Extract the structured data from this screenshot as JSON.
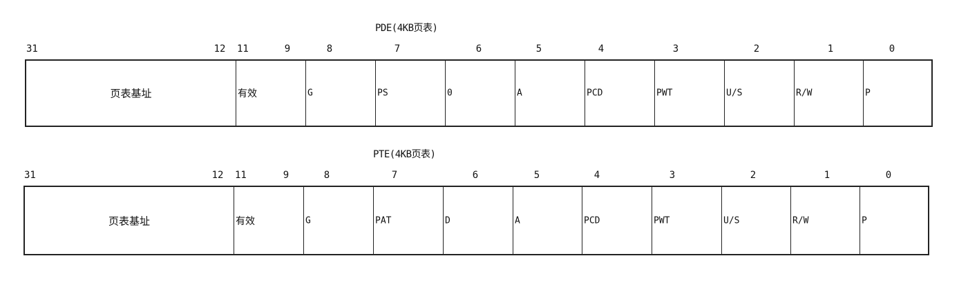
{
  "diagrams": [
    {
      "title": "PDE(4KB页表)",
      "bit_labels": {
        "b31": "31",
        "b12": "12",
        "b11": "11",
        "b9": "9",
        "b8": "8",
        "b7": "7",
        "b6": "6",
        "b5": "5",
        "b4": "4",
        "b3": "3",
        "b2": "2",
        "b1": "1",
        "b0": "0"
      },
      "fields": [
        {
          "label": "页表基址",
          "bits": "31-12"
        },
        {
          "label": "有效",
          "bits": "11-9"
        },
        {
          "label": "G",
          "bits": "8"
        },
        {
          "label": "PS",
          "bits": "7"
        },
        {
          "label": "0",
          "bits": "6"
        },
        {
          "label": "A",
          "bits": "5"
        },
        {
          "label": "PCD",
          "bits": "4"
        },
        {
          "label": "PWT",
          "bits": "3"
        },
        {
          "label": "U/S",
          "bits": "2"
        },
        {
          "label": "R/W",
          "bits": "1"
        },
        {
          "label": "P",
          "bits": "0"
        }
      ]
    },
    {
      "title": "PTE(4KB页表)",
      "bit_labels": {
        "b31": "31",
        "b12": "12",
        "b11": "11",
        "b9": "9",
        "b8": "8",
        "b7": "7",
        "b6": "6",
        "b5": "5",
        "b4": "4",
        "b3": "3",
        "b2": "2",
        "b1": "1",
        "b0": "0"
      },
      "fields": [
        {
          "label": "页表基址",
          "bits": "31-12"
        },
        {
          "label": "有效",
          "bits": "11-9"
        },
        {
          "label": "G",
          "bits": "8"
        },
        {
          "label": "PAT",
          "bits": "7"
        },
        {
          "label": "D",
          "bits": "6"
        },
        {
          "label": "A",
          "bits": "5"
        },
        {
          "label": "PCD",
          "bits": "4"
        },
        {
          "label": "PWT",
          "bits": "3"
        },
        {
          "label": "U/S",
          "bits": "2"
        },
        {
          "label": "R/W",
          "bits": "1"
        },
        {
          "label": "P",
          "bits": "0"
        }
      ]
    }
  ]
}
